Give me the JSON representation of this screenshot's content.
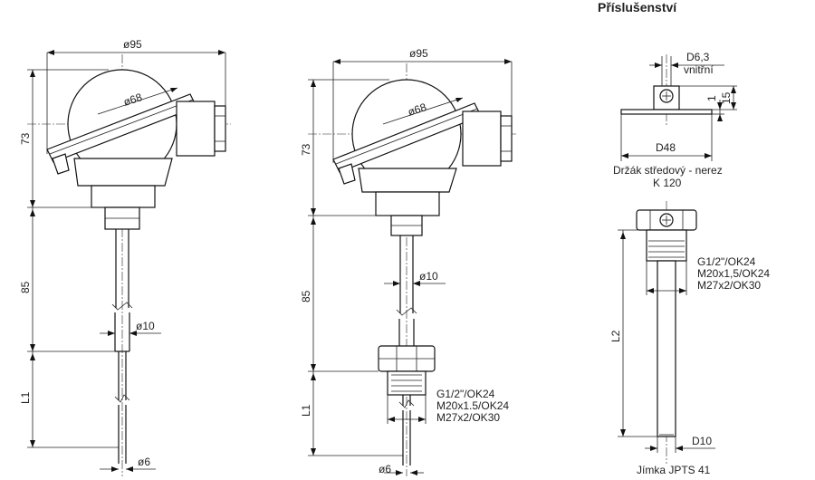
{
  "header": {
    "accessories_title": "Příslušenství"
  },
  "sensor_left": {
    "head_diameter": "ø95",
    "dome_diameter": "ø68",
    "head_height": "73",
    "neck_length": "85",
    "probe_diameter": "ø10",
    "insert_length": "L1",
    "tip_diameter": "ø6"
  },
  "sensor_middle": {
    "head_diameter": "ø95",
    "dome_diameter": "ø68",
    "head_height": "73",
    "neck_length": "85",
    "probe_diameter": "ø10",
    "insert_length": "L1",
    "tip_diameter": "ø6",
    "thread_options": [
      "G1/2\"/OK24",
      "M20x1.5/OK24",
      "M27x2/OK30"
    ]
  },
  "holder": {
    "bore_diameter": "D6,3",
    "bore_note": "vnitřní",
    "dim_1": "1",
    "dim_15": "15",
    "flange_diameter": "D48",
    "caption_line1": "Držák středový - nerez",
    "caption_line2": "K 120"
  },
  "thermowell": {
    "thread_options": [
      "G1/2\"/OK24",
      "M20x1,5/OK24",
      "M27x2/OK30"
    ],
    "length": "L2",
    "tube_diameter": "D10",
    "caption": "Jímka JPTS 41"
  }
}
